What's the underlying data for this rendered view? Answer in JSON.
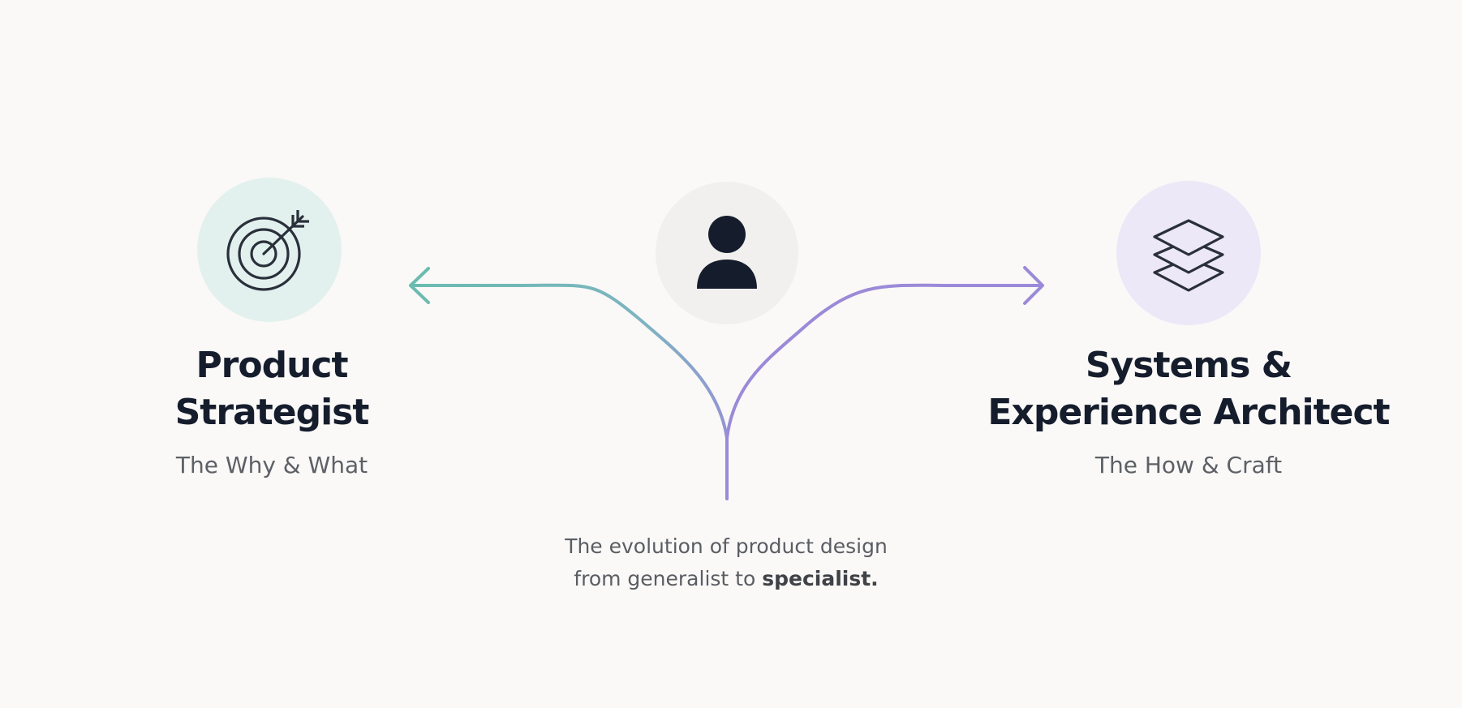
{
  "colors": {
    "background": "#faf9f7",
    "title_text": "#151d2d",
    "subtitle_text": "#5d6066",
    "left_accent": "#6bbcb0",
    "right_accent": "#9a8ad8",
    "left_circle_fill": "#e3f1ee",
    "center_circle_fill": "#f1f0ee",
    "right_circle_fill": "#ece8f7",
    "icon_stroke": "#2a303b"
  },
  "center": {
    "icon": "person-icon"
  },
  "left": {
    "icon": "target-arrow-icon",
    "title_line1": "Product",
    "title_line2": "Strategist",
    "subtitle": "The Why & What"
  },
  "right": {
    "icon": "layers-icon",
    "title_line1": "Systems &",
    "title_line2": "Experience Architect",
    "subtitle": "The How & Craft"
  },
  "caption": {
    "line1": "The evolution of product design",
    "line2_prefix": "from generalist to ",
    "line2_emphasis": "specialist."
  }
}
